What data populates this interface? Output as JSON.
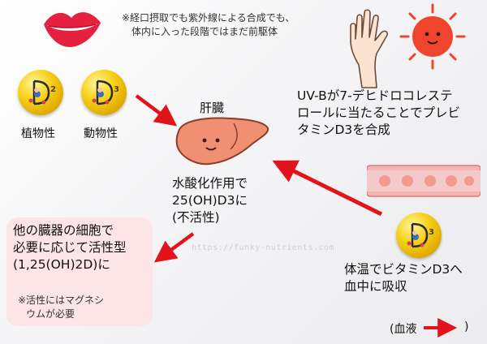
{
  "note_top": [
    "※経口摂取でも紫外線による合成でも、",
    "体内に入った段階ではまだ前駆体"
  ],
  "uvb_text": [
    "UV-Bが7-デヒドロコレステ",
    "ロールに当たることでプレビ",
    "タミンD3を合成"
  ],
  "liver_title": "肝臓",
  "liver_text": [
    "水酸化作用で",
    "25(OH)D3に",
    "(不活性)"
  ],
  "plant_label": "植物性",
  "animal_label": "動物性",
  "d2_sub": "2",
  "d3_sub": "3",
  "d3_sub_right": "3",
  "absorb_text": [
    "体温でビタミンD3へ",
    "血中に吸収"
  ],
  "organ_text": [
    "他の臓器の細胞で",
    "必要に応じて活性型",
    "(1,25(OH)2D)に"
  ],
  "organ_note": [
    "※活性にはマグネシ",
    "ウムが必要"
  ],
  "legend_open": "(血液",
  "legend_close": ")",
  "watermark": "https://funky-nutrients.com",
  "colors": {
    "arrow": "#e3131b",
    "lips": "#e5213f",
    "sun": "#f0452d",
    "liver": "#f08f72",
    "pink_box": "#fde4e7"
  }
}
